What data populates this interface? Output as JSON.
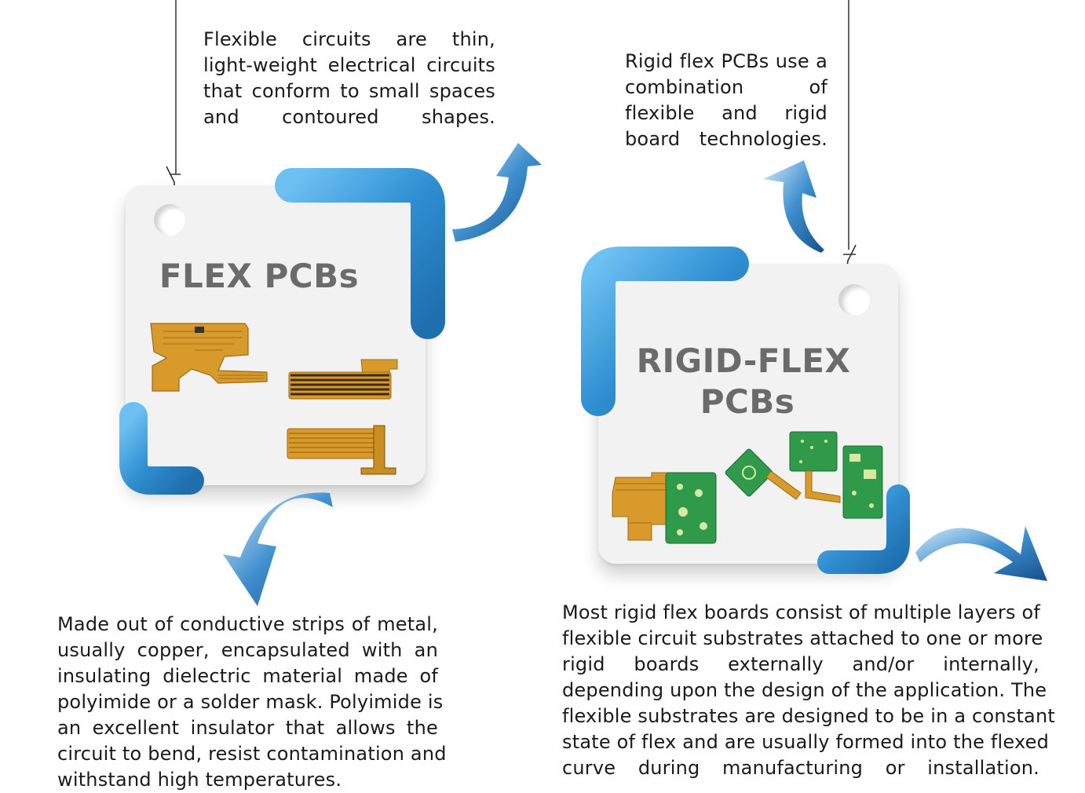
{
  "texts": {
    "flex_intro": [
      "Flexible circuits are thin,",
      "light-weight electrical circuits",
      "that conform to small spaces",
      "and contoured shapes."
    ],
    "rigid_flex_intro": [
      "Rigid flex PCBs use a",
      "combination of",
      "flexible and rigid",
      "board technologies."
    ],
    "flex_detail": [
      "Made out of conductive strips of metal,",
      "usually copper, encapsulated with an",
      "insulating dielectric material made of",
      "polyimide or a solder mask. Polyimide is",
      "an excellent insulator that allows the",
      "circuit to bend, resist contamination and",
      "withstand high temperatures."
    ],
    "rigid_flex_detail": [
      "Most rigid flex boards consist of multiple layers of",
      "flexible circuit substrates attached to one or more",
      "rigid boards externally and/or internally,",
      "depending upon the design of the application. The",
      "flexible substrates are designed to be in a constant",
      "state of flex and are usually formed into the flexed",
      "curve during manufacturing or installation."
    ]
  },
  "cards": {
    "flex_title": "FLEX PCBs",
    "rigid_flex_title_line1": "RIGID-FLEX",
    "rigid_flex_title_line2": "PCBs"
  },
  "colors": {
    "accent_blue": "#2f8fd1",
    "accent_blue_dark": "#1f6fae",
    "card_bg": "#f2f2f2",
    "title_gray": "#6b6b6b",
    "text": "#1a1a1a",
    "pcb_copper": "#d79a2b",
    "pcb_green": "#2e9a4a"
  }
}
